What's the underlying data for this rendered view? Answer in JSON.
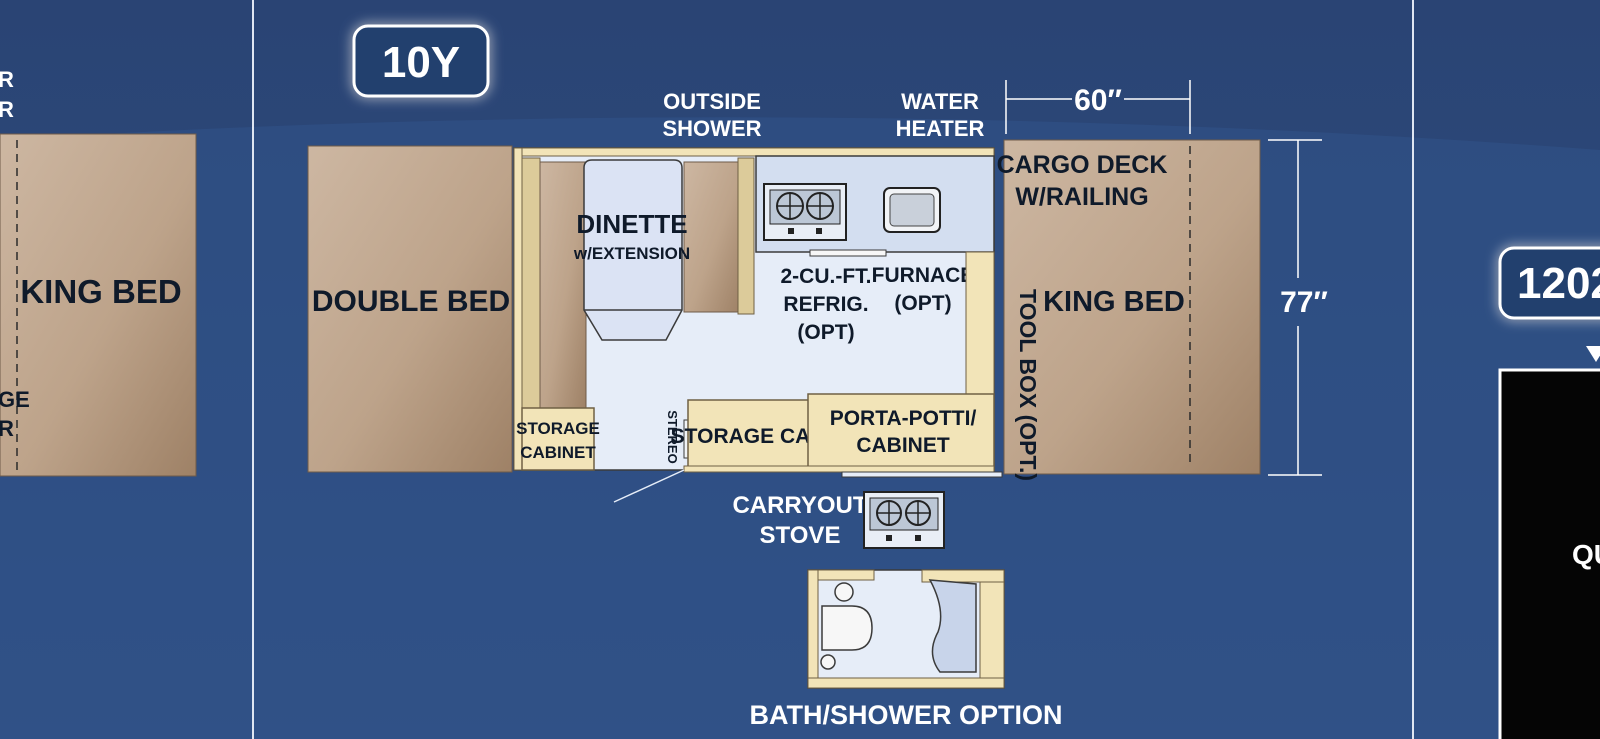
{
  "left_panel": {
    "top_fragment_1": "R",
    "top_fragment_2": "R",
    "bed_label": "KING BED",
    "side_fragment_1": "GE",
    "side_fragment_2": "R"
  },
  "model": {
    "badge": "10Y",
    "labels": {
      "outside_shower_1": "OUTSIDE",
      "outside_shower_2": "SHOWER",
      "water_heater_1": "WATER",
      "water_heater_2": "HEATER",
      "dimension_width": "60″",
      "dimension_depth": "77″",
      "cargo_deck_1": "CARGO DECK",
      "cargo_deck_2": "W/RAILING",
      "double_bed": "DOUBLE BED",
      "dinette": "DINETTE",
      "dinette_sub": "w/EXTENSION",
      "refrig_1": "2-CU.-FT.",
      "refrig_2": "REFRIG.",
      "refrig_3": "(OPT)",
      "furnace_1": "FURNACE",
      "furnace_2": "(OPT)",
      "king_bed": "KING BED",
      "tool_box": "TOOL BOX (OPT.)",
      "storage_cabinet_1": "STORAGE",
      "storage_cabinet_2": "CABINET",
      "stereo": "STEREO",
      "storage_cab": "STORAGE CAB.",
      "porta_potti_1": "PORTA-POTTI/",
      "porta_potti_2": "CABINET",
      "carryout_stove_1": "CARRYOUT",
      "carryout_stove_2": "STOVE",
      "bath_option": "BATH/SHOWER OPTION"
    }
  },
  "right_panel": {
    "badge_fragment": "1202",
    "text_fragment": "QU"
  },
  "colors": {
    "background": "#2c4a7c",
    "floor": "#e6edf8",
    "bed": "#c0a68d",
    "cabinet": "#f2e4b8",
    "divider": "#dfe6f2"
  }
}
